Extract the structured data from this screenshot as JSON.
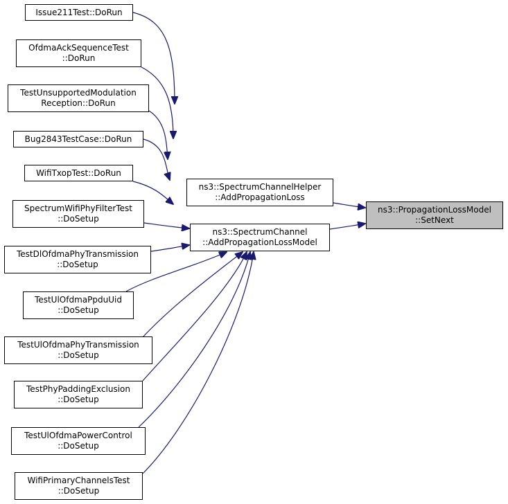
{
  "diagram": {
    "colors": {
      "edge": "#191970",
      "node_border": "#000000",
      "focus_fill": "#bfbfbf",
      "node_fill": "#ffffff"
    },
    "nodes": [
      {
        "id": "issue211",
        "lines": [
          "Issue211Test::DoRun"
        ]
      },
      {
        "id": "ofdma-ack",
        "lines": [
          "OfdmaAckSequenceTest",
          "::DoRun"
        ]
      },
      {
        "id": "test-unsupported",
        "lines": [
          "TestUnsupportedModulation",
          "Reception::DoRun"
        ]
      },
      {
        "id": "bug2843",
        "lines": [
          "Bug2843TestCase::DoRun"
        ]
      },
      {
        "id": "wifi-txop",
        "lines": [
          "WifiTxopTest::DoRun"
        ]
      },
      {
        "id": "spectrum-wifi-phy-filter",
        "lines": [
          "SpectrumWifiPhyFilterTest",
          "::DoSetup"
        ]
      },
      {
        "id": "test-dl-ofdma-phy",
        "lines": [
          "TestDlOfdmaPhyTransmission",
          "::DoSetup"
        ]
      },
      {
        "id": "test-ul-ofdma-ppdu-uid",
        "lines": [
          "TestUlOfdmaPpduUid",
          "::DoSetup"
        ]
      },
      {
        "id": "test-ul-ofdma-phy",
        "lines": [
          "TestUlOfdmaPhyTransmission",
          "::DoSetup"
        ]
      },
      {
        "id": "test-phy-padding",
        "lines": [
          "TestPhyPaddingExclusion",
          "::DoSetup"
        ]
      },
      {
        "id": "test-ul-ofdma-power",
        "lines": [
          "TestUlOfdmaPowerControl",
          "::DoSetup"
        ]
      },
      {
        "id": "wifi-primary-channels",
        "lines": [
          "WifiPrimaryChannelsTest",
          "::DoSetup"
        ]
      },
      {
        "id": "spectrum-channel-helper",
        "lines": [
          "ns3::SpectrumChannelHelper",
          "::AddPropagationLoss"
        ]
      },
      {
        "id": "spectrum-channel",
        "lines": [
          "ns3::SpectrumChannel",
          "::AddPropagationLossModel"
        ]
      },
      {
        "id": "propagation-loss-model",
        "lines": [
          "ns3::PropagationLossModel",
          "::SetNext"
        ],
        "focus": true
      }
    ],
    "edges": [
      {
        "from": "spectrum-channel-helper",
        "to": "propagation-loss-model"
      },
      {
        "from": "spectrum-channel",
        "to": "propagation-loss-model"
      },
      {
        "from": "issue211",
        "to": "spectrum-channel"
      },
      {
        "from": "ofdma-ack",
        "to": "spectrum-channel"
      },
      {
        "from": "test-unsupported",
        "to": "spectrum-channel"
      },
      {
        "from": "bug2843",
        "to": "spectrum-channel"
      },
      {
        "from": "wifi-txop",
        "to": "spectrum-channel"
      },
      {
        "from": "spectrum-wifi-phy-filter",
        "to": "spectrum-channel"
      },
      {
        "from": "test-dl-ofdma-phy",
        "to": "spectrum-channel"
      },
      {
        "from": "test-ul-ofdma-ppdu-uid",
        "to": "spectrum-channel"
      },
      {
        "from": "test-ul-ofdma-phy",
        "to": "spectrum-channel"
      },
      {
        "from": "test-phy-padding",
        "to": "spectrum-channel"
      },
      {
        "from": "test-ul-ofdma-power",
        "to": "spectrum-channel"
      },
      {
        "from": "wifi-primary-channels",
        "to": "spectrum-channel"
      }
    ]
  }
}
